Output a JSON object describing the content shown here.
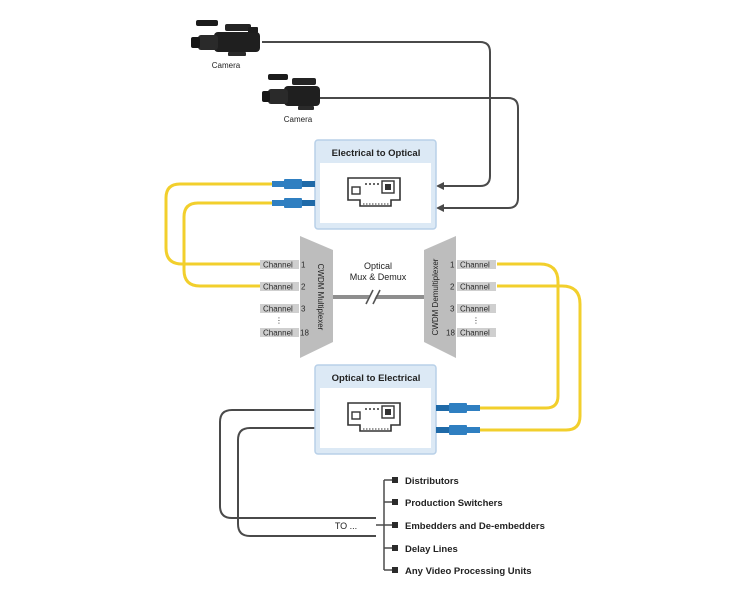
{
  "cameras": [
    {
      "label": "Camera"
    },
    {
      "label": "Camera"
    }
  ],
  "boxes": {
    "top": {
      "title": "Electrical to Optical"
    },
    "bottom": {
      "title": "Optical to Electrical"
    }
  },
  "mux": {
    "left_label": "CWDM Multiplexer",
    "right_label": "CWDM Demultiplexer",
    "center_line1": "Optical",
    "center_line2": "Mux & Demux"
  },
  "channels": {
    "left": [
      {
        "name": "Channel",
        "num": "1"
      },
      {
        "name": "Channel",
        "num": "2"
      },
      {
        "name": "Channel",
        "num": "3"
      },
      {
        "name": "Channel",
        "num": "18"
      }
    ],
    "right": [
      {
        "name": "Channel",
        "num": "1"
      },
      {
        "name": "Channel",
        "num": "2"
      },
      {
        "name": "Channel",
        "num": "3"
      },
      {
        "name": "Channel",
        "num": "18"
      }
    ],
    "ellipsis": "⋮"
  },
  "to_label": "TO ...",
  "destinations": [
    {
      "label": "Distributors"
    },
    {
      "label": "Production Switchers"
    },
    {
      "label": "Embedders and De-embedders"
    },
    {
      "label": "Delay Lines"
    },
    {
      "label": "Any Video Processing Units"
    }
  ],
  "colors": {
    "fiber": "#f2cf2c",
    "cable": "#4a4a4a",
    "box_bg": "#dce9f5",
    "box_border": "#b8d0e8",
    "connector": "#2f7fc1",
    "mux": "#bdbdbd",
    "channel_bg": "#cfcfcf"
  }
}
